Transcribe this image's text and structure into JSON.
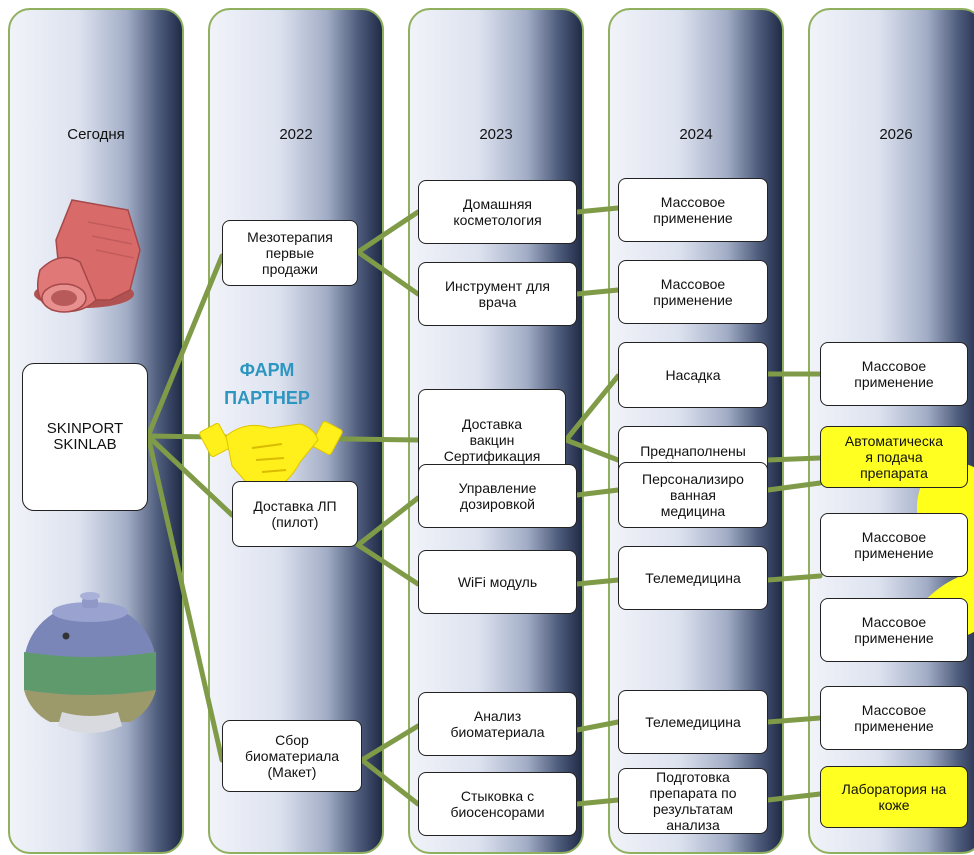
{
  "columns": [
    {
      "label": "Сегодня"
    },
    {
      "label": "2022"
    },
    {
      "label": "2023"
    },
    {
      "label": "2024"
    },
    {
      "label": "2026"
    }
  ],
  "partner": {
    "line1": "ФАРМ",
    "line2": "ПАРТНЕР"
  },
  "nodes": {
    "skinport": "SKINPORT\nSKINLAB",
    "meso": "Мезотерапия\nпервые\nпродажи",
    "lp": "Доставка ЛП\n(пилот)",
    "bio": "Сбор\nбиоматериала\n(Макет)",
    "home": "Домашняя\nкосметология",
    "doctor": "Инструмент для\nврача",
    "vaccine": "Доставка\nвакцин\nСертификация",
    "dosing": "Управление\nдозировкой",
    "wifi": "WiFi модуль",
    "analysis": "Анализ\nбиоматериала",
    "dock": "Стыковка с\nбиосенсорами",
    "mass1": "Массовое\nприменение",
    "mass2": "Массовое\nприменение",
    "nozzle": "Насадка",
    "syringe": "Преднаполнены\nй шприц",
    "personal": "Персонализиро\nванная\nмедицина",
    "tele1": "Телемедицина",
    "tele2": "Телемедицина",
    "prep": "Подготовка\nпрепарата по\nрезультатам\nанализа",
    "mass3": "Массовое\nприменение",
    "auto": "Автоматическа\nя подача\nпрепарата",
    "mass4": "Массовое\nприменение",
    "mass5": "Массовое\nприменение",
    "mass6": "Массовое\nприменение",
    "lab": "Лаборатория на\nкоже"
  },
  "colors": {
    "connector": "#7f9b48",
    "highlight": "#ffff22",
    "partner_text": "#2d96c0",
    "column_border": "#8fb05e"
  },
  "icons": [
    "handshake-icon",
    "skin-patch-device-icon",
    "wearable-sphere-device-icon"
  ]
}
